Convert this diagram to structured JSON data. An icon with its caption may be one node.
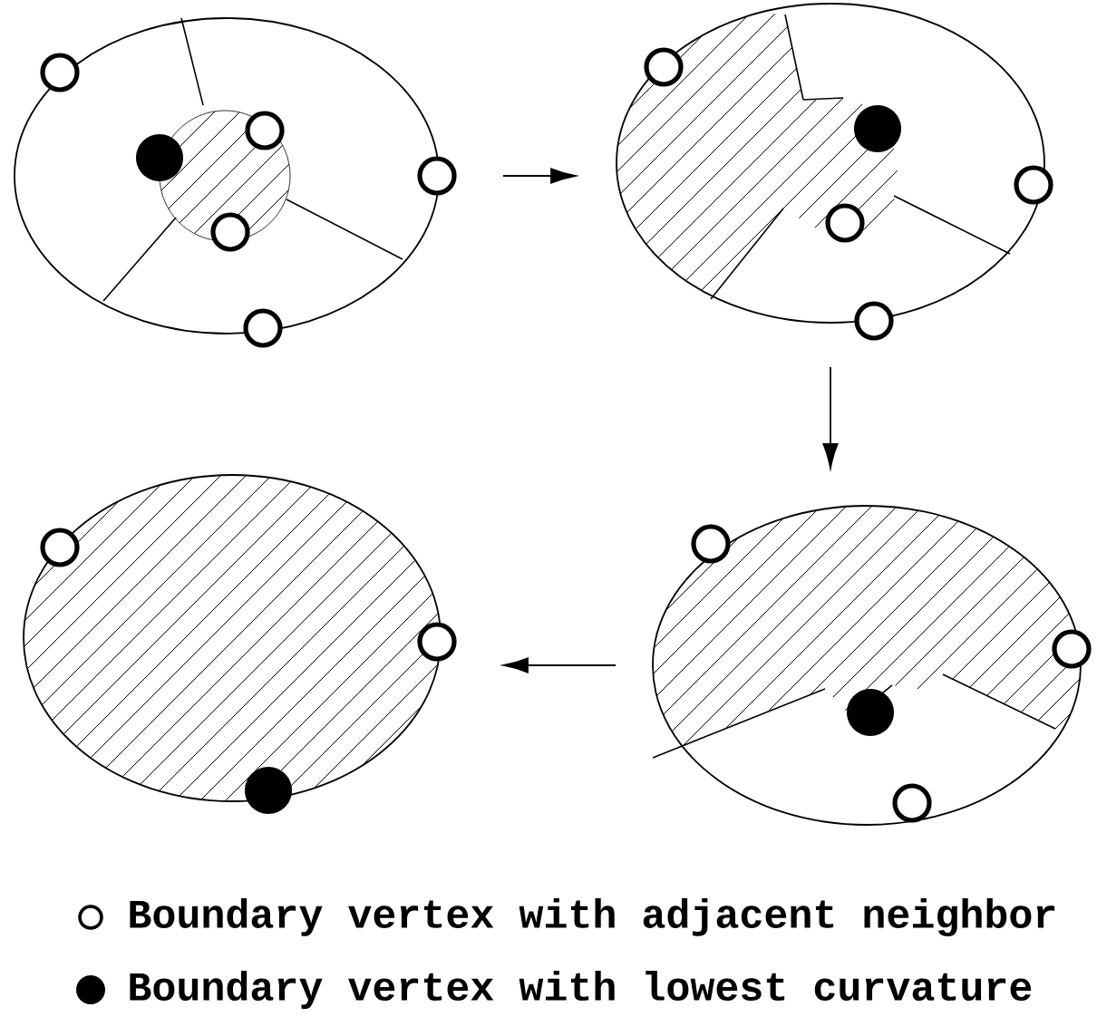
{
  "diagram": {
    "nodes": [
      {
        "text": [],
        "shape": "ellipse"
      },
      {
        "text": [],
        "shape": "ellipse"
      },
      {
        "text": [],
        "shape": "ellipse"
      },
      {
        "text": [],
        "shape": "ellipse"
      }
    ],
    "edges": [
      {
        "from": 0,
        "to": 1,
        "arrow": "to"
      },
      {
        "from": 1,
        "to": 3,
        "arrow": "to"
      },
      {
        "from": 3,
        "to": 2,
        "arrow": "to"
      }
    ],
    "legend": [
      {
        "text": "Boundary vertex with adjacent neighbor"
      },
      {
        "text": "Boundary vertex with lowest curvature"
      }
    ]
  }
}
